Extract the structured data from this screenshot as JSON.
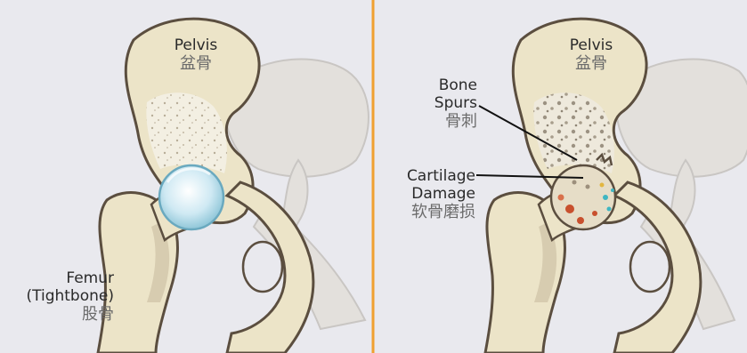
{
  "colors": {
    "background": "#e9e9ee",
    "divider": "#f0a030",
    "bone": "#ece4c8",
    "bone_outline": "#5b4e3f",
    "bone_shadow": "#c9bca0",
    "cartilage": "#cfe9f3",
    "damage_red": "#c8502e",
    "damage_teal": "#3fb6c2"
  },
  "left_panel": {
    "pelvis": {
      "en": "Pelvis",
      "zh": "盆骨"
    },
    "femur": {
      "en_line1": "Femur",
      "en_line2": "(Tightbone)",
      "zh": "股骨"
    }
  },
  "right_panel": {
    "pelvis": {
      "en": "Pelvis",
      "zh": "盆骨"
    },
    "bone_spurs": {
      "en_line1": "Bone",
      "en_line2": "Spurs",
      "zh": "骨刺"
    },
    "cartilage_damage": {
      "en_line1": "Cartilage",
      "en_line2": "Damage",
      "zh": "软骨磨损"
    }
  }
}
